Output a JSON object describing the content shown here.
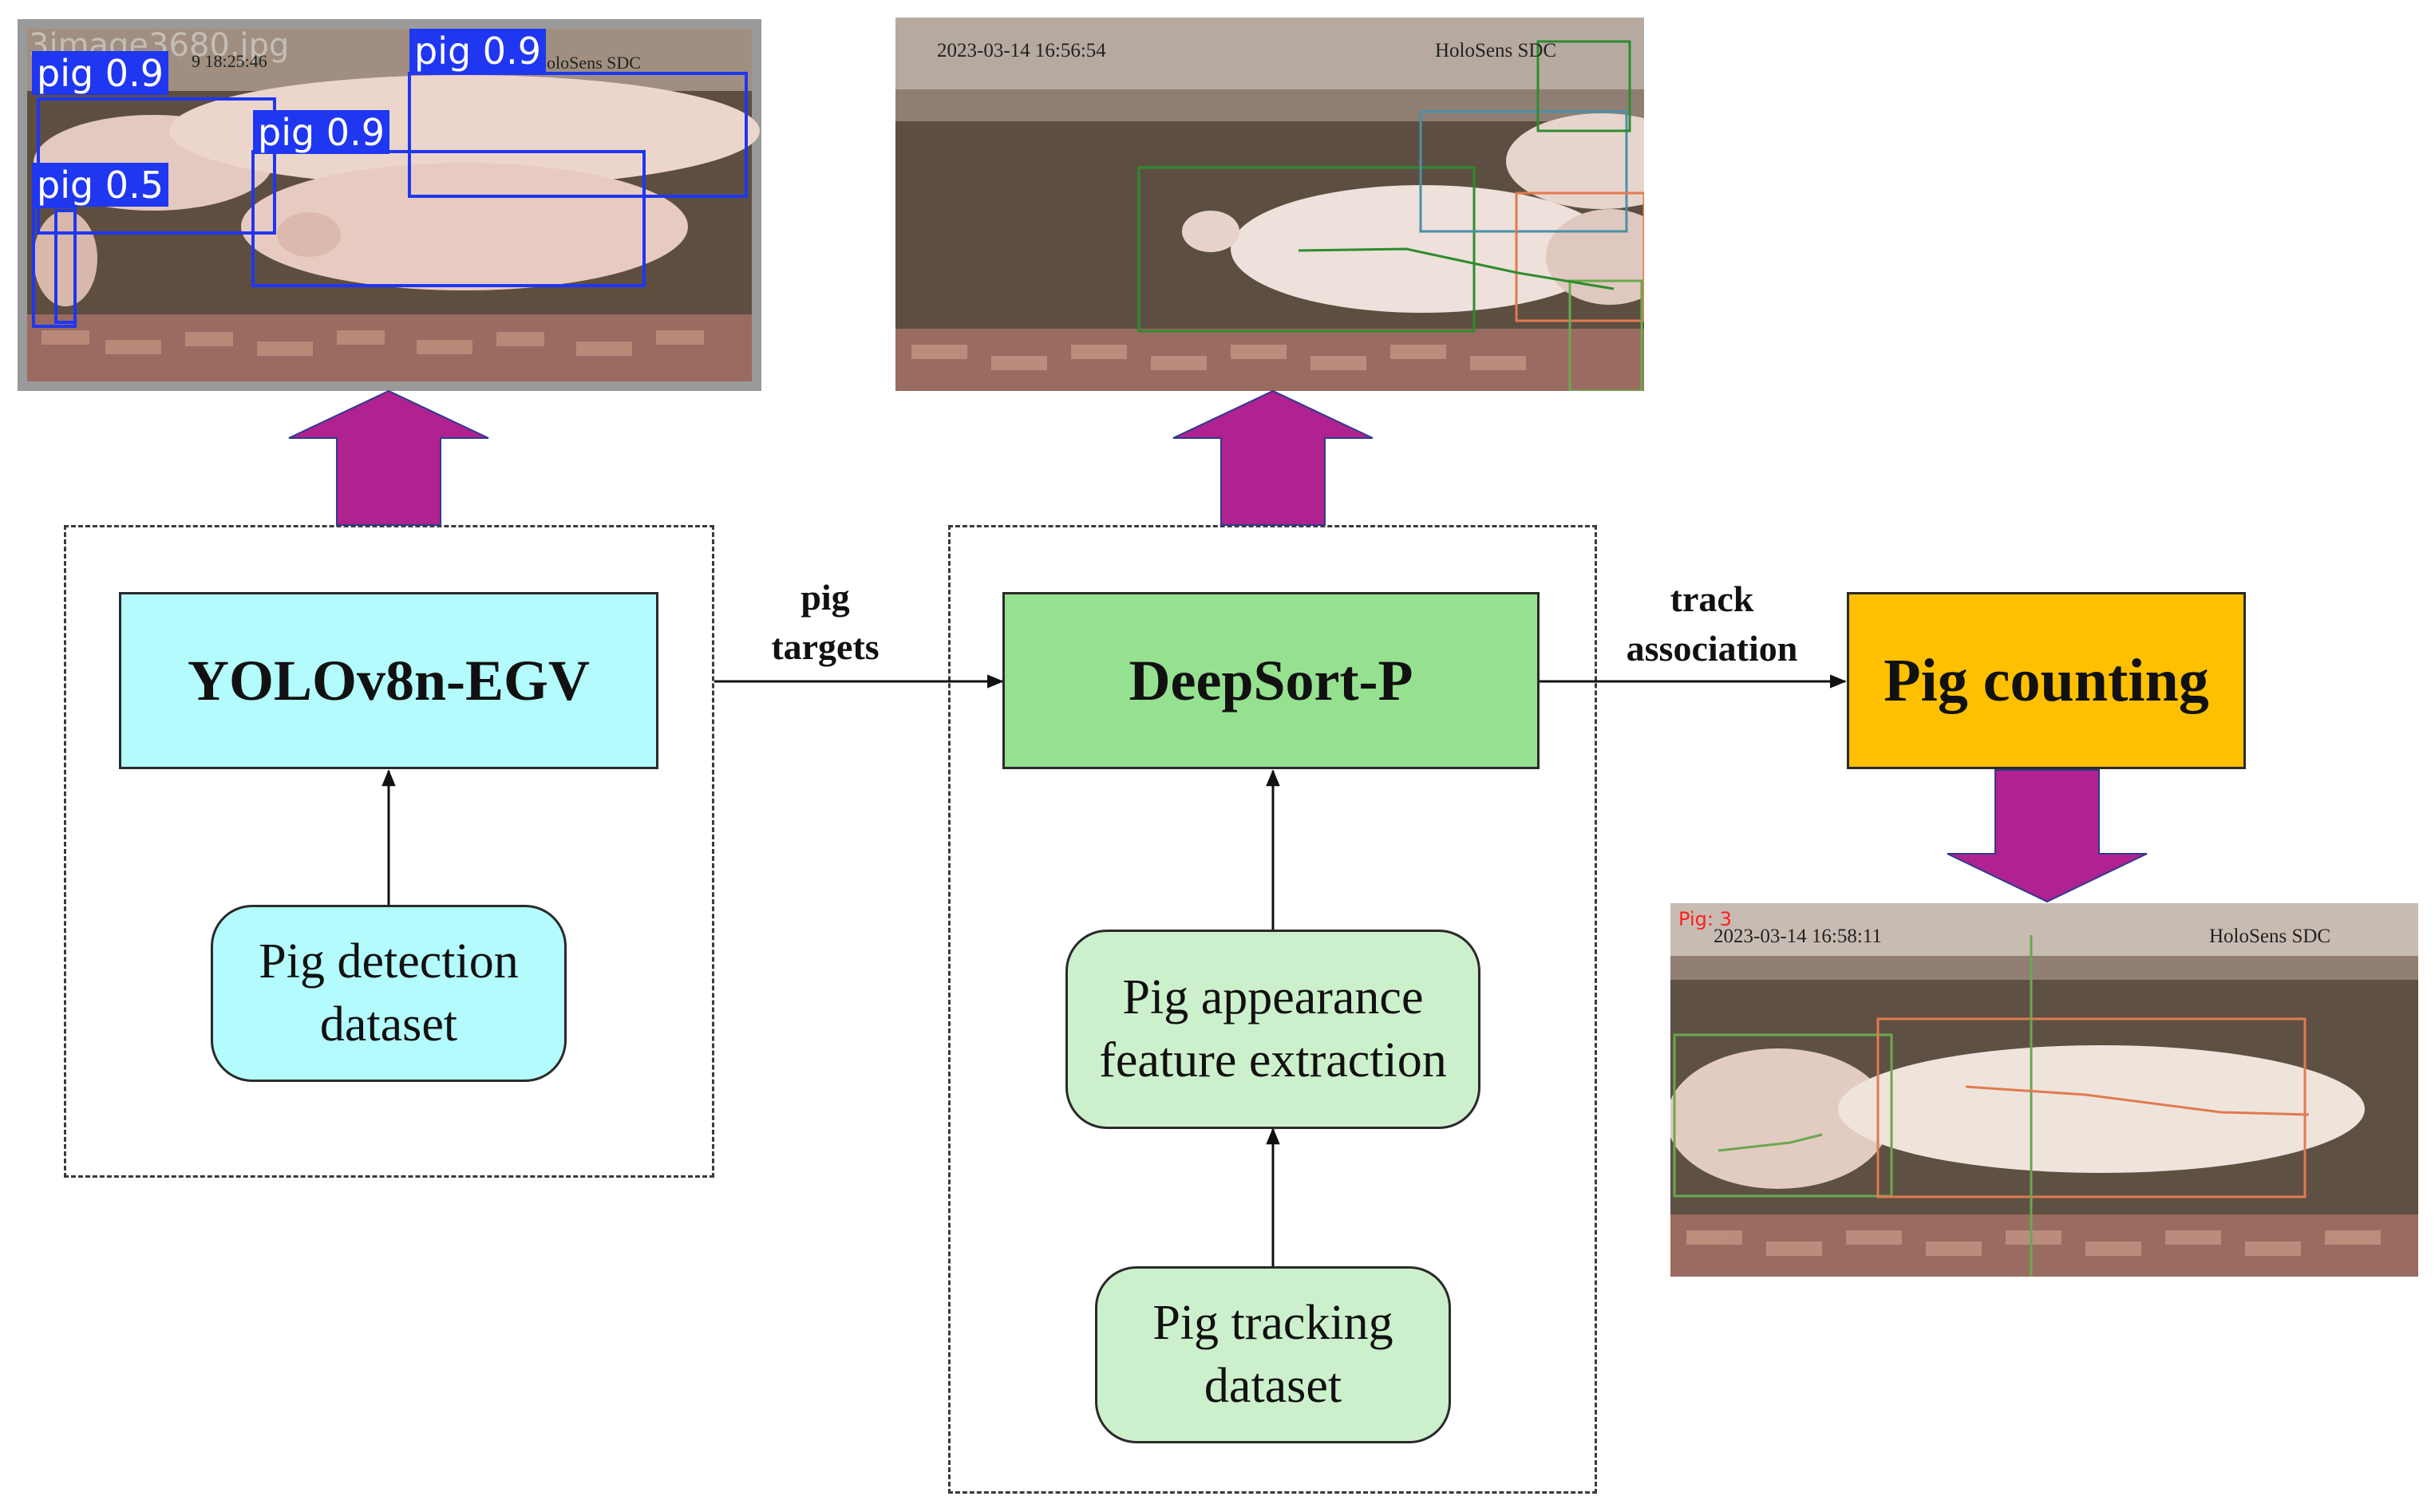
{
  "colors": {
    "arrow_fill": "#b0228f",
    "detector_fill": "#b3fbfc",
    "tracker_fill": "#95e190",
    "counting_fill": "#fec000",
    "dataset_fill_detection": "#b3fbfc",
    "dataset_fill_tracking": "#cdf0cc",
    "detection_label_bg": "#1f37f0"
  },
  "nodes": {
    "detector": "YOLOv8n-EGV",
    "tracker": "DeepSort-P",
    "counting": "Pig counting",
    "detection_dataset": [
      "Pig detection",
      "dataset"
    ],
    "appearance": [
      "Pig appearance",
      "feature extraction"
    ],
    "tracking_dataset": [
      "Pig tracking",
      "dataset"
    ]
  },
  "edges": {
    "detector_to_tracker": [
      "pig",
      "targets"
    ],
    "tracker_to_counting": [
      "track",
      "association"
    ]
  },
  "images": {
    "detection": {
      "filename": "3image3680.jpg",
      "overlay_fragment": "9 18:25:46",
      "camera": "oloSens SDC",
      "labels": [
        "pig 0.9",
        "pig 0.9",
        "pig 0.9",
        "pig 0.5"
      ]
    },
    "tracking": {
      "timestamp": "2023-03-14 16:56:54",
      "camera": "HoloSens SDC"
    },
    "counting": {
      "count_label": "Pig: 3",
      "timestamp": "2023-03-14 16:58:11",
      "camera": "HoloSens SDC"
    }
  }
}
